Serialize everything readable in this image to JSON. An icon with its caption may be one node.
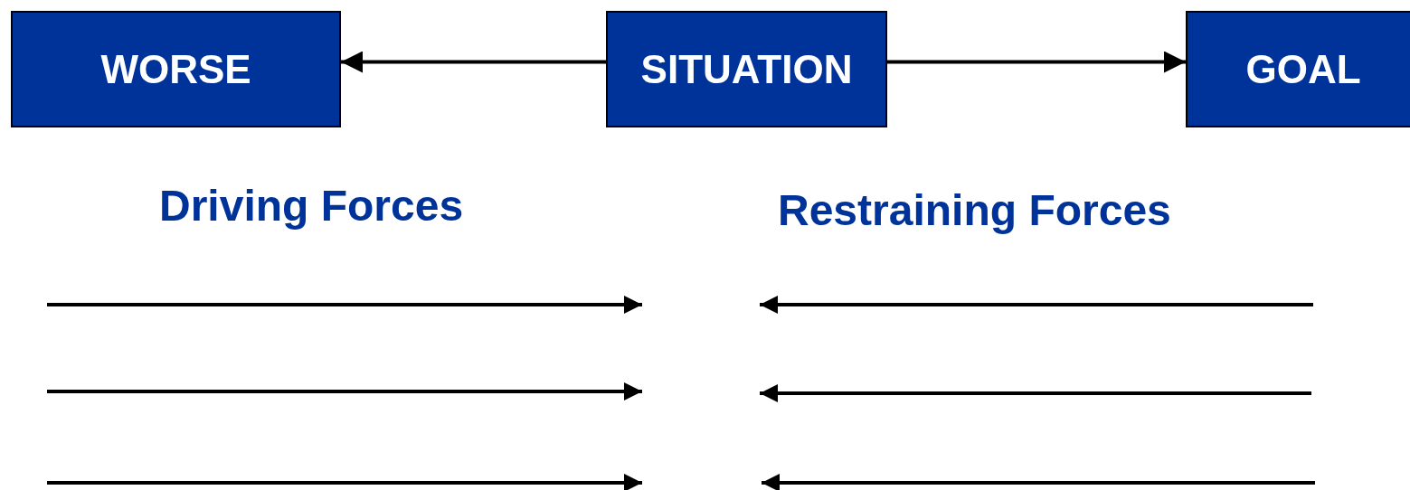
{
  "diagram": {
    "nodes": [
      {
        "text": [
          "WORSE"
        ]
      },
      {
        "text": [
          "SITUATION"
        ]
      },
      {
        "text": [
          "GOAL"
        ]
      }
    ],
    "edges": [
      {
        "from": 1,
        "to": 0,
        "arrow": "to"
      },
      {
        "from": 1,
        "to": 2,
        "arrow": "to"
      }
    ],
    "labels": [
      "Driving Forces",
      "Restraining Forces"
    ]
  }
}
